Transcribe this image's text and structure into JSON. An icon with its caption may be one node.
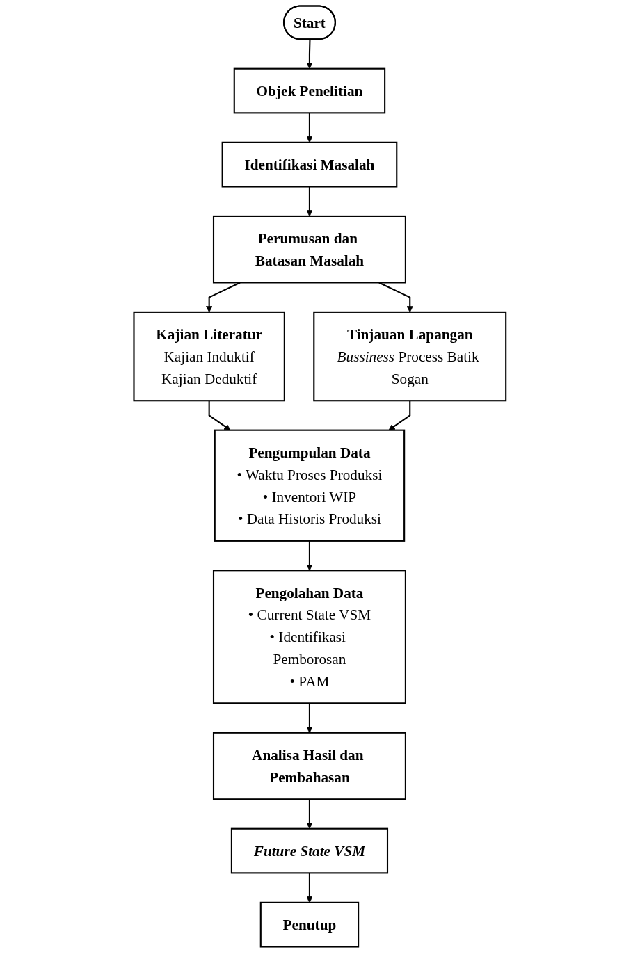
{
  "diagram": {
    "nodes": [
      {
        "text": [
          "Start"
        ]
      },
      {
        "text": [
          "Objek Penelitian"
        ]
      },
      {
        "text": [
          "Identifikasi Masalah"
        ]
      },
      {
        "text": [
          "Perumusan dan Batasan Masalah"
        ]
      },
      {
        "text": [
          "Kajian Literatur",
          "Kajian Induktif",
          "Kajian Deduktif"
        ]
      },
      {
        "text": [
          "Tinjauan Lapangan",
          "*Bussiness* Process Batik Sogan"
        ]
      },
      {
        "text": [
          "Pengumpulan Data",
          "• Waktu Proses Produksi",
          "• Inventori WIP",
          "• Data Historis Produksi"
        ]
      },
      {
        "text": [
          "Pengolahan Data",
          "• Current State VSM",
          "• Identifikasi Pemborosan",
          "• PAM"
        ]
      },
      {
        "text": [
          "Analisa Hasil dan Pembahasan"
        ]
      },
      {
        "text": [
          "Future State VSM"
        ]
      },
      {
        "text": [
          "Penutup"
        ]
      }
    ],
    "edges": [
      {
        "from": 0,
        "to": 1,
        "arrow": "to"
      },
      {
        "from": 1,
        "to": 2,
        "arrow": "to"
      },
      {
        "from": 2,
        "to": 3,
        "arrow": "to"
      },
      {
        "from": 3,
        "to": 4,
        "arrow": "to"
      },
      {
        "from": 3,
        "to": 5,
        "arrow": "to"
      },
      {
        "from": 4,
        "to": 6,
        "arrow": "to"
      },
      {
        "from": 5,
        "to": 6,
        "arrow": "to"
      },
      {
        "from": 6,
        "to": 7,
        "arrow": "to"
      },
      {
        "from": 7,
        "to": 8,
        "arrow": "to"
      },
      {
        "from": 8,
        "to": 9,
        "arrow": "to"
      },
      {
        "from": 9,
        "to": 10,
        "arrow": "to"
      }
    ]
  }
}
